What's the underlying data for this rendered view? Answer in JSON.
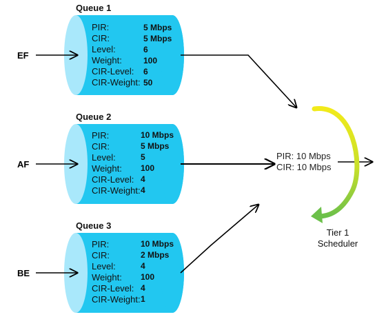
{
  "queues": [
    {
      "title": "Queue 1",
      "input": "EF",
      "params": [
        {
          "name": "PIR:",
          "value": "5 Mbps"
        },
        {
          "name": "CIR:",
          "value": "5 Mbps"
        },
        {
          "name": "Level:",
          "value": "6"
        },
        {
          "name": "Weight:",
          "value": "100"
        },
        {
          "name": "CIR-Level:",
          "value": "6"
        },
        {
          "name": "CIR-Weight:",
          "value": "50"
        }
      ]
    },
    {
      "title": "Queue 2",
      "input": "AF",
      "params": [
        {
          "name": "PIR:",
          "value": "10 Mbps"
        },
        {
          "name": "CIR:",
          "value": "5 Mbps"
        },
        {
          "name": "Level:",
          "value": "5"
        },
        {
          "name": "Weight:",
          "value": "100"
        },
        {
          "name": "CIR-Level:",
          "value": "4"
        },
        {
          "name": "CIR-Weight:",
          "value": "4"
        }
      ]
    },
    {
      "title": "Queue 3",
      "input": "BE",
      "params": [
        {
          "name": "PIR:",
          "value": "10 Mbps"
        },
        {
          "name": "CIR:",
          "value": "2 Mbps"
        },
        {
          "name": "Level:",
          "value": "4"
        },
        {
          "name": "Weight:",
          "value": "100"
        },
        {
          "name": "CIR-Level:",
          "value": "4"
        },
        {
          "name": "CIR-Weight:",
          "value": "1"
        }
      ]
    }
  ],
  "scheduler": {
    "pir": "PIR: 10 Mbps",
    "cir": "CIR: 10 Mbps",
    "tier_line1": "Tier 1",
    "tier_line2": "Scheduler"
  },
  "colors": {
    "cylinder_body": "#22c7f0",
    "cylinder_face": "#a9e8fb",
    "arrow_yellow": "#f2ea1a",
    "arrow_green": "#6cc04a"
  }
}
